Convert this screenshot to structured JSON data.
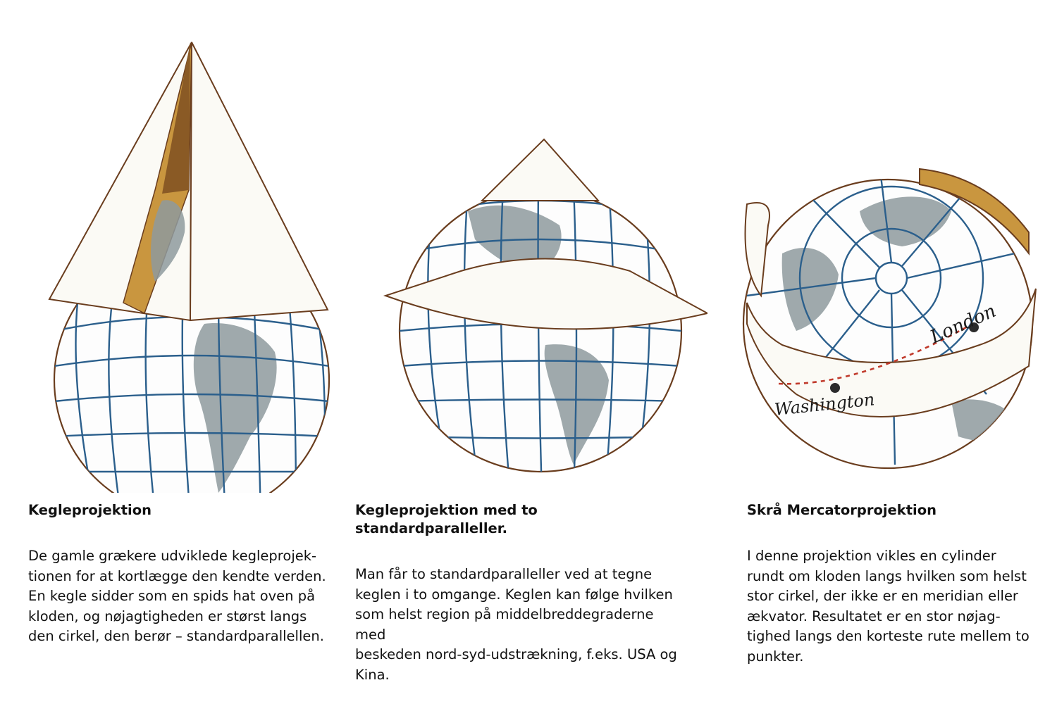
{
  "colors": {
    "grid": "#2b5f8c",
    "land": "#8e9a9d",
    "paper": "#fbfaf5",
    "paper_inner": "#c9963f",
    "outline": "#6a3d1e",
    "route": "#c0392b"
  },
  "panels": [
    {
      "title": "Kegleprojektion",
      "body": "De gamle grækere udviklede kegleprojek-\ntionen for at kortlægge den kendte verden.\nEn kegle sidder som en spids hat oven på\nkloden, og nøjagtigheden er størst langs\nden cirkel, den berør – standardparallellen."
    },
    {
      "title": "Kegleprojektion med to standardparalleller.",
      "body": "Man får to standardparalleller ved at tegne\nkeglen i to omgange. Keglen kan følge hvilken\nsom helst region på middelbreddegraderne med\nbeskeden nord-syd-udstrækning, f.eks. USA og\nKina."
    },
    {
      "title": "Skrå Mercatorprojektion",
      "body": "I denne projektion vikles en cylinder\nrundt om kloden langs hvilken som helst\nstor cirkel, der ikke er en meridian eller\nækvator. Resultatet er en stor nøjag-\ntighed langs den korteste rute mellem to\npunkter.",
      "labels": {
        "city_a": "London",
        "city_b": "Washington"
      }
    }
  ]
}
